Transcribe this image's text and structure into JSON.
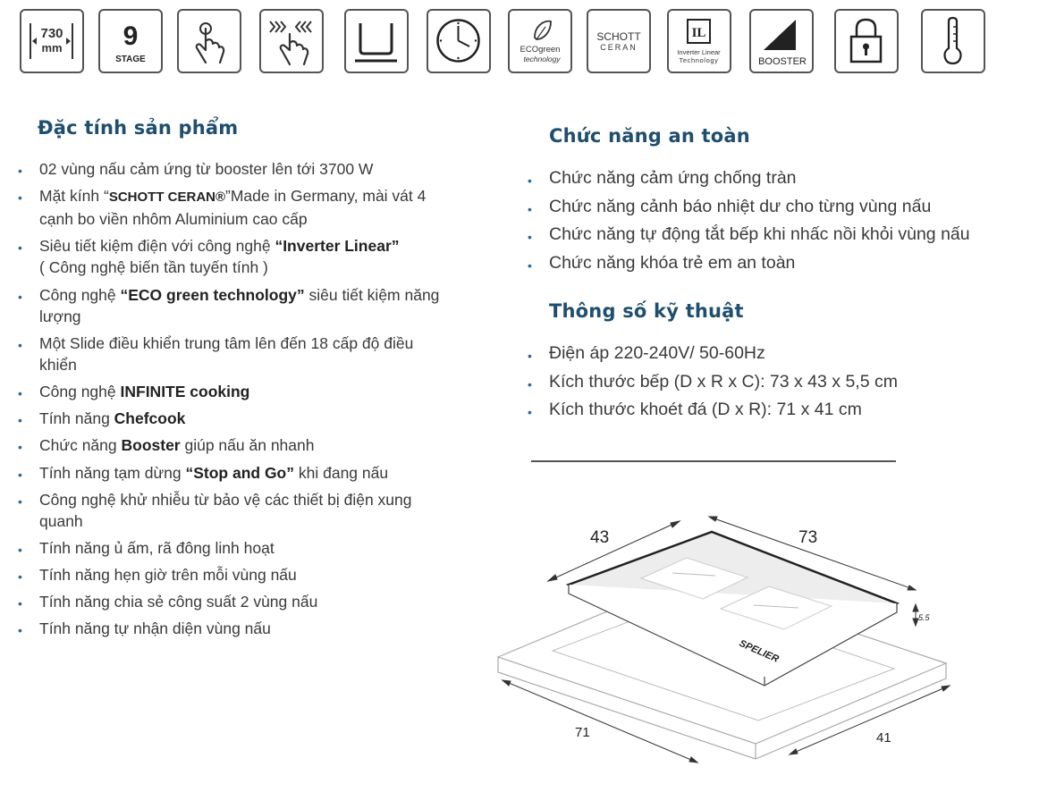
{
  "icons": [
    {
      "name": "size-730mm-icon",
      "line1": "730",
      "line2": "mm"
    },
    {
      "name": "nine-stage-icon",
      "number": "9",
      "label": "STAGE"
    },
    {
      "name": "touch-control-icon"
    },
    {
      "name": "slide-control-icon"
    },
    {
      "name": "pot-detection-icon"
    },
    {
      "name": "timer-clock-icon"
    },
    {
      "name": "eco-green-technology-icon",
      "line1": "ECOgreen",
      "line2": "technology"
    },
    {
      "name": "schott-ceran-icon",
      "line1": "SCHOTT",
      "line2": "CERAN"
    },
    {
      "name": "inverter-linear-icon",
      "symbol": "IL",
      "line1": "Inverter Linear",
      "line2": "Technology"
    },
    {
      "name": "booster-icon",
      "label": "BOOSTER"
    },
    {
      "name": "child-lock-icon"
    },
    {
      "name": "residual-heat-thermometer-icon"
    }
  ],
  "features": {
    "title": "Đặc tính sản phẩm",
    "items": [
      {
        "pre": "02 vùng nấu cảm ứng từ booster lên tới 3700 W",
        "bold": "",
        "post": ""
      },
      {
        "pre": "Mặt kính “",
        "bold": "SCHOTT CERAN®",
        "post": "”Made in Germany, mài vát 4 cạnh bo viền nhôm Aluminium cao cấp"
      },
      {
        "pre": "Siêu tiết kiệm điện với công nghệ ",
        "bold": "“Inverter Linear”",
        "post": " ( Công nghệ biến tần tuyến tính )"
      },
      {
        "pre": "Công nghệ ",
        "bold": "“ECO green technology”",
        "post": " siêu tiết kiệm năng lượng"
      },
      {
        "pre": "Một Slide điều khiển trung tâm lên đến 18 cấp độ điều khiển",
        "bold": "",
        "post": ""
      },
      {
        "pre": "Công nghệ ",
        "bold": "INFINITE cooking",
        "post": ""
      },
      {
        "pre": "Tính năng ",
        "bold": "Chefcook",
        "post": ""
      },
      {
        "pre": "Chức năng ",
        "bold": "Booster",
        "post": " giúp nấu ăn nhanh"
      },
      {
        "pre": "Tính năng tạm dừng ",
        "bold": "“Stop and Go”",
        "post": " khi đang nấu"
      },
      {
        "pre": "Công nghệ khử nhiễu từ bảo vệ các thiết bị điện xung quanh",
        "bold": "",
        "post": ""
      },
      {
        "pre": "Tính năng ủ ấm, rã đông linh hoạt",
        "bold": "",
        "post": ""
      },
      {
        "pre": "Tính năng hẹn giờ trên mỗi vùng nấu",
        "bold": "",
        "post": ""
      },
      {
        "pre": "Tính năng chia sẻ công suất 2 vùng nấu",
        "bold": "",
        "post": ""
      },
      {
        "pre": "Tính năng tự nhận diện vùng nấu",
        "bold": "",
        "post": ""
      }
    ]
  },
  "safety": {
    "title": "Chức năng an toàn",
    "items": [
      "Chức năng cảm ứng chống tràn",
      "Chức năng cảnh báo nhiệt dư cho từng vùng nấu",
      "Chức năng tự động tắt bếp khi nhấc nồi khỏi vùng nấu",
      "Chức năng khóa trẻ em an toàn"
    ]
  },
  "specs": {
    "title": "Thông số kỹ thuật",
    "items": [
      "Điện áp 220-240V/ 50-60Hz",
      "Kích thước bếp (D x R x C): 73 x 43 x 5,5 cm",
      "Kích thước khoét đá (D x R): 71 x 41 cm"
    ]
  },
  "diagram": {
    "hob_width": "43",
    "hob_length": "73",
    "hob_height": "5.5",
    "cutout_length": "71",
    "cutout_width": "41",
    "brand": "SPELIER"
  }
}
